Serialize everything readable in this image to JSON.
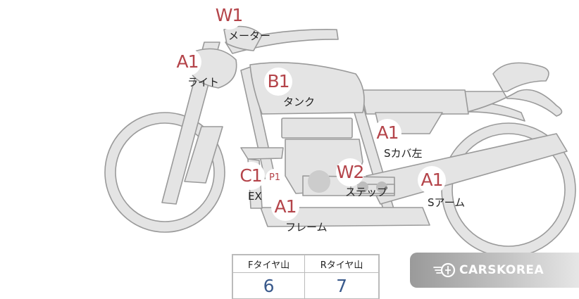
{
  "diagram": {
    "markers": [
      {
        "id": "w1",
        "code": "W1",
        "label": "メーター"
      },
      {
        "id": "a1-light",
        "code": "A1",
        "label": "ライト"
      },
      {
        "id": "b1",
        "code": "B1",
        "label": "タンク"
      },
      {
        "id": "a1-side-cover",
        "code": "A1",
        "label": "Sカバ左"
      },
      {
        "id": "c1",
        "code": "C1",
        "label": "EX"
      },
      {
        "id": "p1",
        "code": "P1",
        "label": ""
      },
      {
        "id": "w2",
        "code": "W2",
        "label": "ステップ"
      },
      {
        "id": "a1-arm",
        "code": "A1",
        "label": "Sアーム"
      },
      {
        "id": "a1-frame",
        "code": "A1",
        "label": "フレーム"
      }
    ]
  },
  "tread_table": {
    "headers": [
      "Fタイヤ山",
      "Rタイヤ山"
    ],
    "values": [
      "6",
      "7"
    ]
  },
  "watermark": {
    "icon": "carskorea-logo-icon",
    "text": "CARSKOREA"
  },
  "colors": {
    "marker_text": "#b4444a",
    "value_text": "#3a5a8c",
    "body_fill": "#e4e4e4",
    "body_stroke": "#9a9a9a"
  }
}
